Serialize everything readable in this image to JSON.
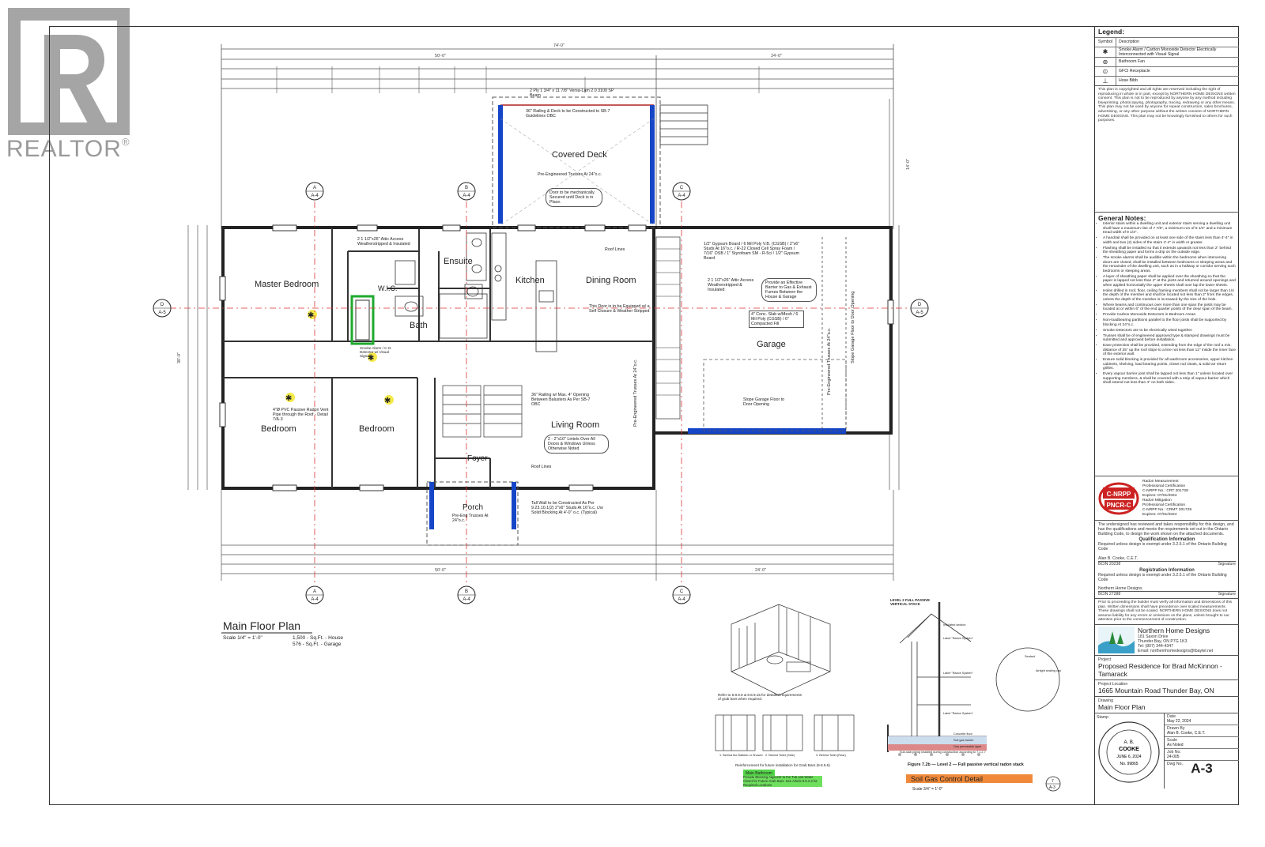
{
  "watermark": {
    "brand": "REALTOR"
  },
  "plan": {
    "title": "Main Floor Plan",
    "scale": "Scale 1/4\" = 1'-0\"",
    "area_house": "1,500 - Sq.Ft. - House",
    "area_garage": "576 - Sq.Ft. - Garage",
    "rooms": {
      "master": "Master Bedroom",
      "wic": "W.I.C.",
      "ensuite": "Ensuite",
      "bath": "Bath",
      "kitchen": "Kitchen",
      "dining": "Dining Room",
      "living": "Living Room",
      "bedroom1": "Bedroom",
      "bedroom2": "Bedroom",
      "foyer": "Foyer",
      "porch": "Porch",
      "garage": "Garage",
      "deck": "Covered Deck"
    },
    "notes": {
      "deck_railing": "36\" Railing & Deck to be Constructed to SB-7 Guidelines OBC",
      "deck_trusses": "Pre-Engineered Trusses At 24\"o.c.",
      "deck_door": "Door to be mechanically Secured until Deck is in Place.",
      "attic1": "2 1 1/2\"x26\" Attic Access Weatherstripped & Insulated",
      "roof_lines1": "Roof Lines",
      "door_self": "This Door is to be Equipped w/ a Self Closure & Weather Stripped",
      "garage_wall": "1/2\" Gypsum Board / 6 Mil Poly V.B. (CGSB) / 2\"x6\" Studs At 16\"o.c. / R-22 Closed Cell Spray Foam / 7/16\" OSB / 1\" Styrofoam SM - R-5ci / 1/2\" Gypsum Board",
      "attic2": "2 1 1/2\"x26\" Attic Access Weatherstripped & Insulated",
      "barrier": "Provide an Effective Barrier to Gas & Exhaust Fumes Between the House & Garage",
      "slab": "4\" Conc. Slab w/Mesh / 6 Mil Poly (CGSB) / 6\" Compacted Fill",
      "smoke": "Smoke Alarm / C.O. Detector w/ Visual Signal",
      "radon_pipe": "4\"Ø PVC Passive Radon Vent Pipe through the Roof - Detail 7/A-3",
      "railing2": "36\" Railing w/ Max. 4\" Opening Between Balusters As Per SB-7 OBC",
      "lintels": "2 - 2\"x10\" Lintels Over All Doors & Windows Unless Otherwise Noted",
      "roof_lines2": "Roof Lines",
      "tall_wall": "Tall Wall to be Constructed As Per 9.23.10.1(2) 2\"x6\" Studs At 16\"o.c. c/w Solid Blocking At 4'-0\" o.c. (Typical)",
      "porch_trusses": "Pre-Eng Trusses At 24\"o.c.",
      "slope": "Slope Garage Floor to Door Opening",
      "garage_trusses": "Pre-Engineered Trusses At 24\"o.c.",
      "slope_drain": "Slope Garage Floor to Door Opening",
      "living_trusses": "Pre-Engineered Trusses At 24\"o.c.",
      "beam": "2 Ply 1 3/4\" x 11 7/8\" Versa-Lam 2.0 3100 SP Beam"
    },
    "dims_top": {
      "overall": "74'-0\"",
      "house": "50'-0\"",
      "garage": "24'-0\""
    },
    "dims_bottom": {
      "house": "50'-0\"",
      "garage": "24'-0\""
    },
    "dims_side": {
      "house": "30'-0\"",
      "deck": "14'-0\""
    },
    "section_tags": [
      "A",
      "B",
      "C",
      "D",
      "A",
      "B",
      "C",
      "D"
    ],
    "section_sheet": "A-4",
    "section_sheet_d": "A-5"
  },
  "bath_detail": {
    "title": "Main Bathroom",
    "note": "Refer to 9.8.9.6 & 9.8.9.15 for detailed requirements of grab bars when required.",
    "caption": "Reinforcement for future installation for Grab Bars (9.8.9.6)",
    "sub_labels": [
      "1. Behind the Bathtub or Shower",
      "2. Behind Toilet (Side)",
      "3. Behind Toilet (Rear)"
    ],
    "blocking": "Provide Blocking Adjacent to the Tub and Water Closet for Future Grab Bars. See Article 9.5.2.3 for Required Locations"
  },
  "radon_detail": {
    "header": "LEVEL 2 FULL PASSIVE VERTICAL STACK",
    "figure": "Figure 7.2b — Level 2 — Full passive vertical radon stack",
    "title": "Soil Gas Control Detail",
    "scale": "Scale 3/4\" = 1'-0\"",
    "labels": [
      "Insulated section",
      "Label \"Radon System\"",
      "Label \"Radon System\"",
      "Sealant",
      "Airtight sealing cap",
      "Label \"Radon System\"",
      "Concrete floor",
      "Soil gas barrier",
      "Gas permeable layer",
      "Sub-slab piping installed during construction according to 7.1.2.7"
    ],
    "tag": "7",
    "sheet": "A-3"
  },
  "title_block": {
    "legend_title": "Legend:",
    "legend_cols": [
      "Symbol",
      "Description"
    ],
    "legend": [
      {
        "icon": "smoke-alarm-icon",
        "glyph": "✱",
        "text": "Smoke Alarm / Carbon Monoxide Detector Electrically Interconnected with Visual Signal"
      },
      {
        "icon": "bathroom-fan-icon",
        "glyph": "⊛",
        "text": "Bathroom Fan"
      },
      {
        "icon": "gfci-icon",
        "glyph": "⦶",
        "text": "GFCI Receptacle"
      },
      {
        "icon": "hose-bibb-icon",
        "glyph": "⊥",
        "text": "Hose Bibb"
      }
    ],
    "copyright": "This plan is copyrighted and all rights are reserved including the right of reproducing in whole or in part, except by NORTHERN HOME DESIGNS written consent. This plan is not to be reproduced by anyone by any method including blueprinting, photocopying, photography, tracing, redrawing or any other means. This plan may not be used by anyone for repeat construction, sales brochures, advertising, or any other purpose without the written consent of NORTHERN HOME DESIGNS. This plan may not be knowingly furnished to others for such purposes.",
    "general_title": "General Notes:",
    "general_notes": [
      "Interior stairs within a dwelling unit and exterior stairs serving a dwelling unit shall have a maximum rise of 7 7/8\", a minimum run of 8 1/4\" and a minimum tread width of 9 1/4\".",
      "A handrail shall be provided on at least one side of the stairs less than 4'-4\" in width and two (2) sides of the stairs 4'-4\" in width or greater.",
      "Flashing shall be installed so that it extends upwards not less than 2\" behind the sheathing paper and forms a drip on the outside edge.",
      "The smoke alarms shall be audible within the bedrooms when intervening doors are closed, shall be installed between bedrooms or sleeping areas and the remainder of the dwelling unit, such as in a hallway or corridor serving such bedrooms or sleeping areas.",
      "A layer of sheathing paper shall be applied over the sheathing so that the paper is lapped not less than 4\" at the joints and returned around openings and when applied horizontally the upper sheets shall over lap the lower sheets.",
      "Holes drilled in roof, floor, ceiling framing members shall not be larger than 1/4 the depth of the member and shall be located not less than 2\" from the edges, unless the depth of the member is increased by the size of the hole.",
      "Where beams and continuous over more than one span the joists may be located at or within 6\" of the end quarter points of the clear span of the beam.",
      "Provide Carbon Monoxide Detectors in Bedroom Areas.",
      "Non-loadbearing partitions parallel to the floor joists shall be supported by blocking At 24\"o.c.",
      "Smoke Detectors are to be electrically wired together.",
      "Trusses shall be of engineered approved type & stamped drawings must be submitted and approved before installation.",
      "Eave protection shall be provided, extending from the edge of the roof a min. distance of 35\" up the roof slope to a line not less than 12\" inside the inner face of the exterior wall.",
      "Ensure solid blocking is provided for all washroom accessories, upper kitchen cabinets, shelving, load bearing points, closet rod cleats, & solid air return grilles.",
      "Every vapour barrier joint shall be lapped not less than 1\" unless located over supporting members, & shall be covered with a strip of vapour barrier which shall extend not less than 4\" on both sides."
    ],
    "cert_logo_top": "C-NRPP",
    "cert_logo_bottom": "PNCR-C",
    "cert_lines": [
      "Radon Measurement",
      "Professional Certification",
      "C-NRPP No.: CRT 201728",
      "Expires: 07/01/2024",
      "Radon Mitigation",
      "Professional Certification",
      "C-NRPP No.: CRMT 201729",
      "Expires: 07/01/2024"
    ],
    "responsibility": "The undersigned has reviewed and takes responsibility for this design, and has the qualifications and meets the requirements set out in the Ontario Building Code, to design the work shown on the attached documents.",
    "qual_title": "Qualification Information",
    "qual_text": "Required unless design is exempt under 3.2.5.1 of the Ontario Building Code",
    "qual_name": "Alan B. Cooke, C.E.T.",
    "qual_bcin": "BCIN 20238",
    "signature_label": "Signature",
    "reg_title": "Registration Information",
    "reg_text": "Required unless design is exempt under 3.2.5.1 of the Ontario Building Code",
    "reg_firm": "Northern Home Designs",
    "reg_bcin": "BCIN 27288",
    "prior_note": "Prior to proceeding the builder must verify all information and dimensions of this plan. Written dimensions shall have precedence over scaled measurements. These drawings shall not be scaled. NORTHERN HOME DESIGNS does not assume liability for any errors or omissions on the plans, unless brought to our attention prior to the commencement of construction.",
    "company": "Northern Home Designs",
    "company_lines": [
      "181 Saxon Drive",
      "Thunder Bay, ON P7G 1K3",
      "Tel: (807) 344-4347",
      "Email: northernhomedesigns@tbaytel.net"
    ],
    "project_label": "Project",
    "project": "Proposed Residence for Brad McKinnon - Tamarack",
    "location_label": "Project Location",
    "location": "1665 Mountain Road Thunder Bay, ON",
    "drawing_label": "Drawing",
    "drawing": "Main Floor Plan",
    "stamp_label": "Stamp",
    "stamp_lines": [
      "A. B.",
      "COOKE",
      "JUNE 6, 2024",
      "No. 99865"
    ],
    "date_label": "Date",
    "date": "May 22, 2024",
    "drawn_label": "Drawn By",
    "drawn": "Alan B. Cooke, C.E.T.",
    "scale_label": "Scale",
    "scale": "As Noted",
    "job_label": "Job No.",
    "job": "24-005",
    "dwg_label": "Dwg No.",
    "sheet": "A-3"
  }
}
